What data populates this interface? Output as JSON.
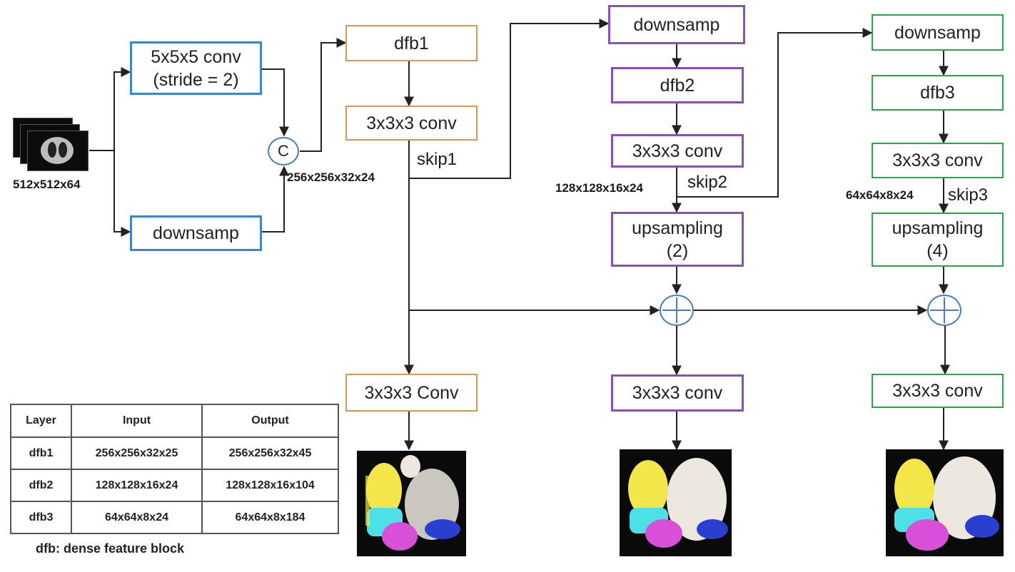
{
  "input": {
    "size_label": "512x512x64"
  },
  "blocks": {
    "conv5": "5x5x5 conv\n(stride = 2)",
    "downsamp_in": "downsamp",
    "concat_symbol": "C",
    "dfb1": "dfb1",
    "conv3_1": "3x3x3 conv",
    "downsamp2": "downsamp",
    "dfb2": "dfb2",
    "conv3_2": "3x3x3 conv",
    "upsampling2": "upsampling\n(2)",
    "downsamp3": "downsamp",
    "dfb3": "dfb3",
    "conv3_3": "3x3x3 conv",
    "upsampling4": "upsampling\n(4)",
    "out_conv1": "3x3x3 Conv",
    "out_conv2": "3x3x3 conv",
    "out_conv3": "3x3x3 conv"
  },
  "labels": {
    "skip1": "skip1",
    "skip2": "skip2",
    "skip3": "skip3",
    "size1": "256x256x32x24",
    "size2": "128x128x16x24",
    "size3": "64x64x8x24"
  },
  "table": {
    "headers": [
      "Layer",
      "Input",
      "Output"
    ],
    "rows": [
      [
        "dfb1",
        "256x256x32x25",
        "256x256x32x45"
      ],
      [
        "dfb2",
        "128x128x16x24",
        "128x128x16x104"
      ],
      [
        "dfb3",
        "64x64x8x24",
        "64x64x8x184"
      ]
    ]
  },
  "footnote": "dfb: dense feature block",
  "colors": {
    "stem": "#3a86d0",
    "level1": "#e8924a",
    "level2": "#8b4fb8",
    "level3": "#2aa844",
    "lung_yellow": "#f2e64a",
    "lung_cyan": "#4de0e6",
    "lung_magenta": "#d84fd8",
    "lung_white": "#ece8e0",
    "lung_blue": "#2a3fd0"
  }
}
